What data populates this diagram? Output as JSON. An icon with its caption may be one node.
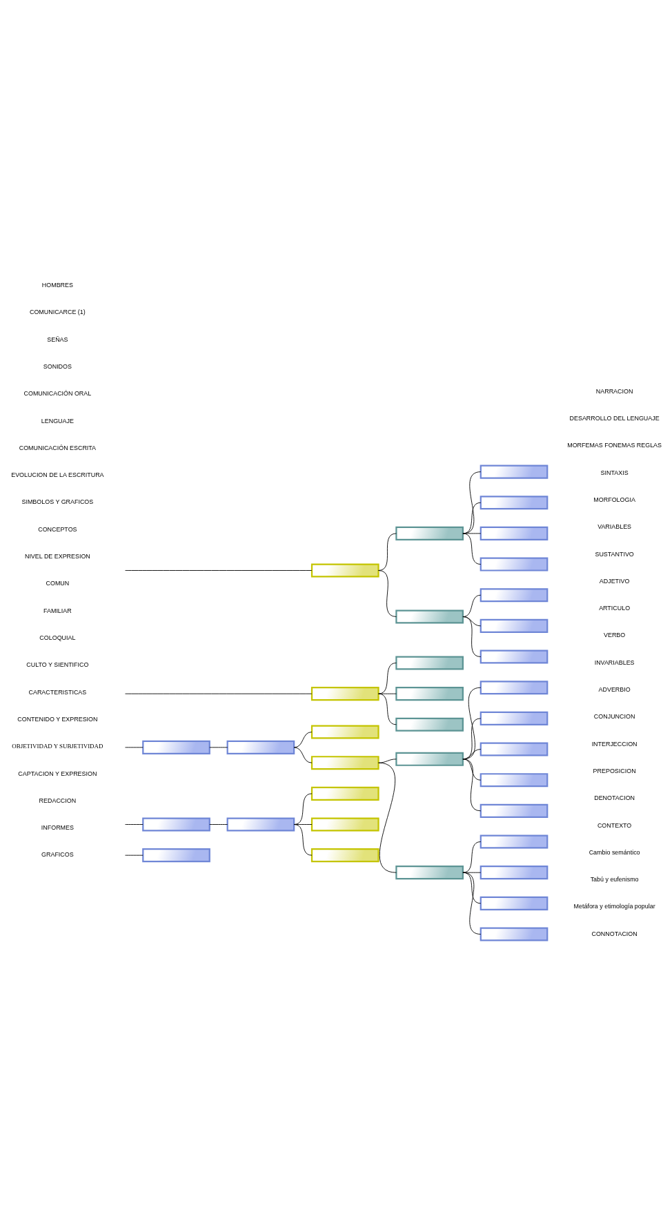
{
  "diagram": {
    "nodes": [
      {
        "text": [],
        "shape": "box"
      },
      {
        "text": [],
        "shape": "box"
      },
      {
        "text": [],
        "shape": "box"
      },
      {
        "text": [],
        "shape": "box"
      },
      {
        "text": [],
        "shape": "box"
      },
      {
        "text": [],
        "shape": "box"
      },
      {
        "text": [],
        "shape": "box"
      },
      {
        "text": [],
        "shape": "box"
      },
      {
        "text": [],
        "shape": "box"
      },
      {
        "text": [],
        "shape": "box"
      },
      {
        "text": [],
        "shape": "box"
      },
      {
        "text": [],
        "shape": "box"
      },
      {
        "text": [],
        "shape": "box"
      },
      {
        "text": [],
        "shape": "box"
      },
      {
        "text": [],
        "shape": "box"
      },
      {
        "text": [],
        "shape": "box"
      },
      {
        "text": [],
        "shape": "box"
      },
      {
        "text": [],
        "shape": "box"
      },
      {
        "text": [],
        "shape": "box"
      },
      {
        "text": [],
        "shape": "box"
      },
      {
        "text": [],
        "shape": "box"
      },
      {
        "text": [],
        "shape": "box"
      },
      {
        "text": [],
        "shape": "box"
      },
      {
        "text": [],
        "shape": "box"
      },
      {
        "text": [],
        "shape": "box"
      },
      {
        "text": [],
        "shape": "box"
      },
      {
        "text": [],
        "shape": "box"
      },
      {
        "text": [],
        "shape": "box"
      },
      {
        "text": [],
        "shape": "box"
      },
      {
        "text": [],
        "shape": "box"
      },
      {
        "text": [],
        "shape": "box"
      },
      {
        "text": [],
        "shape": "box"
      },
      {
        "text": [],
        "shape": "box"
      },
      {
        "text": [],
        "shape": "box"
      },
      {
        "text": [],
        "shape": "box"
      }
    ],
    "edges": [
      {
        "from": null,
        "to": 0,
        "arrow": "none"
      },
      {
        "from": 0,
        "to": 1,
        "arrow": "none"
      },
      {
        "from": 1,
        "to": 2,
        "arrow": "none"
      },
      {
        "from": 1,
        "to": 3,
        "arrow": "none"
      },
      {
        "from": 1,
        "to": 4,
        "arrow": "none"
      },
      {
        "from": 1,
        "to": 5,
        "arrow": "none"
      },
      {
        "from": 0,
        "to": 6,
        "arrow": "none"
      },
      {
        "from": 6,
        "to": 7,
        "arrow": "none"
      },
      {
        "from": 6,
        "to": 8,
        "arrow": "none"
      },
      {
        "from": 6,
        "to": 9,
        "arrow": "none"
      },
      {
        "from": null,
        "to": 10,
        "arrow": "none"
      },
      {
        "from": 10,
        "to": 11,
        "arrow": "none"
      },
      {
        "from": 10,
        "to": 12,
        "arrow": "none"
      },
      {
        "from": 10,
        "to": 13,
        "arrow": "none"
      },
      {
        "from": null,
        "to": 14,
        "arrow": "none"
      },
      {
        "from": 14,
        "to": 15,
        "arrow": "none"
      },
      {
        "from": 15,
        "to": 16,
        "arrow": "none"
      },
      {
        "from": 15,
        "to": 17,
        "arrow": "none"
      },
      {
        "from": 17,
        "to": 18,
        "arrow": "none"
      },
      {
        "from": 18,
        "to": 19,
        "arrow": "none"
      },
      {
        "from": 18,
        "to": 20,
        "arrow": "none"
      },
      {
        "from": 18,
        "to": 21,
        "arrow": "none"
      },
      {
        "from": 18,
        "to": 22,
        "arrow": "none"
      },
      {
        "from": 18,
        "to": 23,
        "arrow": "none"
      },
      {
        "from": 17,
        "to": 24,
        "arrow": "none"
      },
      {
        "from": 24,
        "to": 25,
        "arrow": "none"
      },
      {
        "from": 24,
        "to": 26,
        "arrow": "none"
      },
      {
        "from": 24,
        "to": 27,
        "arrow": "none"
      },
      {
        "from": 24,
        "to": 28,
        "arrow": "none"
      },
      {
        "from": null,
        "to": 29,
        "arrow": "none"
      },
      {
        "from": 29,
        "to": 30,
        "arrow": "none"
      },
      {
        "from": 30,
        "to": 31,
        "arrow": "none"
      },
      {
        "from": 30,
        "to": 32,
        "arrow": "none"
      },
      {
        "from": 30,
        "to": 33,
        "arrow": "none"
      },
      {
        "from": null,
        "to": 34,
        "arrow": "none"
      }
    ],
    "labels": [
      "HOMBRES",
      "COMUNICARCE (1)",
      "SEÑAS",
      "SONIDOS",
      "COMUNICACIÓN ORAL",
      "LENGUAJE",
      "COMUNICACIÓN ESCRITA",
      "EVOLUCION DE LA ESCRITURA",
      "SIMBOLOS Y GRAFICOS",
      "CONCEPTOS",
      "NIVEL DE EXPRESION",
      "COMUN",
      "FAMILIAR",
      "COLOQUIAL",
      "CULTO Y SIENTIFICO",
      "CARACTERISTICAS",
      "CONTENIDO Y EXPRESION",
      "OBJETIVIDAD Y SUBJETIVIDAD",
      "CAPTACION Y EXPRESION",
      "REDACCION",
      "INFORMES",
      "GRAFICOS",
      "NARRACION",
      "DESARROLLO DEL LENGUAJE",
      "MORFEMAS FONEMAS REGLAS",
      "SINTAXIS",
      "MORFOLOGIA",
      "VARIABLES",
      "SUSTANTIVO",
      "ADJETIVO",
      "ARTICULO",
      "VERBO",
      "INVARIABLES",
      "ADVERBIO",
      "CONJUNCION",
      "INTERJECCION",
      "PREPOSICION",
      "DENOTACION",
      "CONTEXTO",
      "Cambio semántico",
      "Tabú y eufenismo",
      "Metáfora y etimología popular",
      "CONNOTACION"
    ]
  }
}
